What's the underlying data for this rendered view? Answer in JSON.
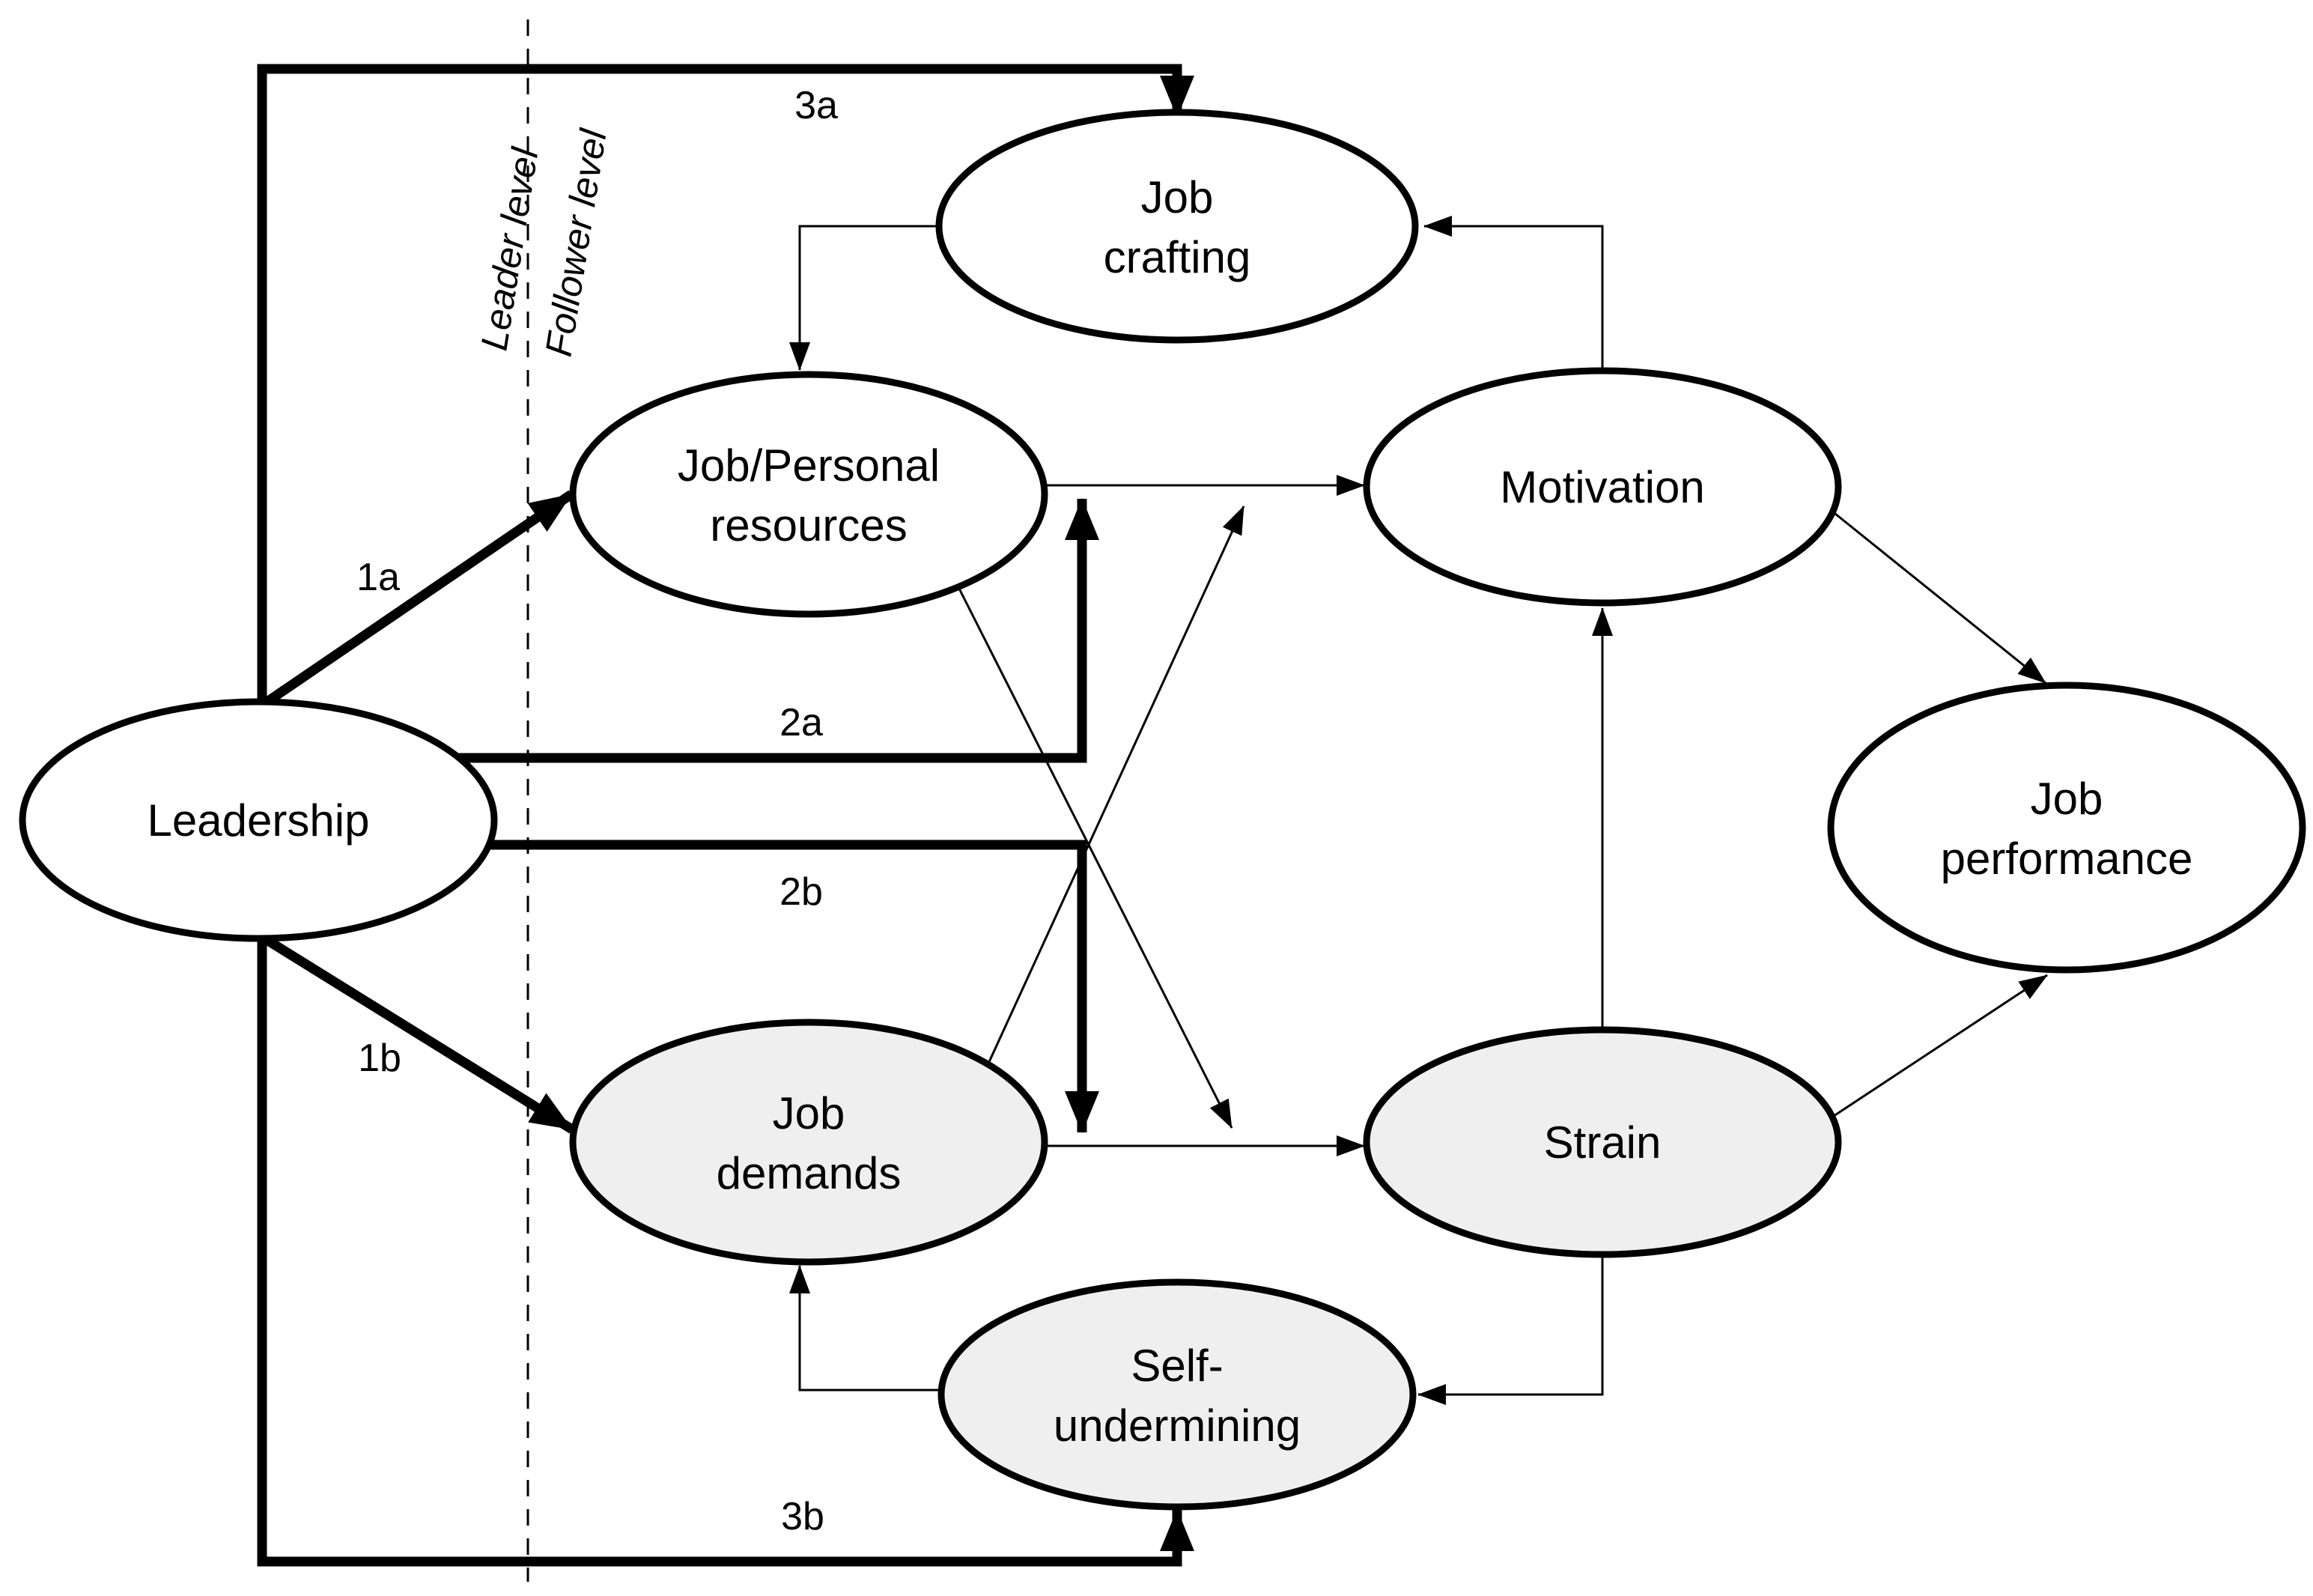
{
  "figure": {
    "colors": {
      "background": "#ffffff",
      "stroke": "#000000",
      "node_fill": "#ffffff",
      "node_fill_shaded": "#efefef",
      "text": "#000000"
    },
    "nodes": {
      "leadership": {
        "label": "Leadership"
      },
      "job_crafting": {
        "line1": "Job",
        "line2": "crafting"
      },
      "job_personal_resources": {
        "line1": "Job/Personal",
        "line2": "resources"
      },
      "motivation": {
        "label": "Motivation"
      },
      "job_performance": {
        "line1": "Job",
        "line2": "performance"
      },
      "job_demands": {
        "line1": "Job",
        "line2": "demands"
      },
      "strain": {
        "label": "Strain"
      },
      "self_undermining": {
        "line1": "Self-",
        "line2": "undermining"
      }
    },
    "path_labels": {
      "p1a": "1a",
      "p1b": "1b",
      "p2a": "2a",
      "p2b": "2b",
      "p3a": "3a",
      "p3b": "3b"
    },
    "level_labels": {
      "leader": "Leader level",
      "follower": "Follower level"
    }
  }
}
